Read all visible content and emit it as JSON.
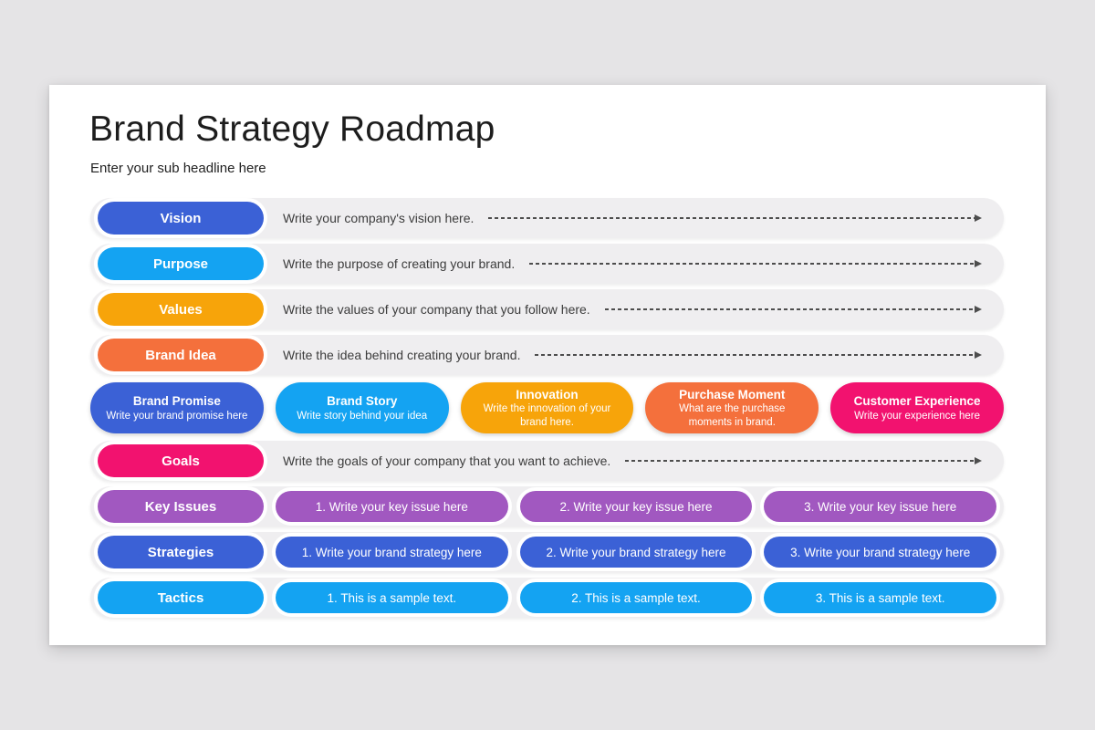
{
  "page": {
    "background_color": "#e5e4e6",
    "slide_background_color": "#ffffff",
    "band_color": "#efeef0",
    "dash_color": "#4d4d4d"
  },
  "header": {
    "title": "Brand Strategy Roadmap",
    "subtitle": "Enter your sub headline here"
  },
  "colors": {
    "blue": "#3b61d6",
    "light_blue": "#14a3f2",
    "amber": "#f7a40a",
    "orange": "#f4703c",
    "pink": "#f2126f",
    "purple": "#a158c0"
  },
  "rows": [
    {
      "type": "arrow",
      "label": "Vision",
      "color": "#3b61d6",
      "text": "Write your company's vision here."
    },
    {
      "type": "arrow",
      "label": "Purpose",
      "color": "#14a3f2",
      "text": "Write the purpose of creating your brand."
    },
    {
      "type": "arrow",
      "label": "Values",
      "color": "#f7a40a",
      "text": "Write the values of your company that you follow here."
    },
    {
      "type": "arrow",
      "label": "Brand Idea",
      "color": "#f4703c",
      "text": "Write the idea behind creating your brand."
    },
    {
      "type": "cards",
      "items": [
        {
          "title": "Brand Promise",
          "subtitle": "Write your brand promise here",
          "color": "#3b61d6"
        },
        {
          "title": "Brand Story",
          "subtitle": "Write story behind your idea",
          "color": "#14a3f2"
        },
        {
          "title": "Innovation",
          "subtitle": "Write the innovation of your brand here.",
          "color": "#f7a40a"
        },
        {
          "title": "Purchase Moment",
          "subtitle": "What are the purchase moments in brand.",
          "color": "#f4703c"
        },
        {
          "title": "Customer Experience",
          "subtitle": "Write your experience here",
          "color": "#f2126f"
        }
      ]
    },
    {
      "type": "arrow",
      "label": "Goals",
      "color": "#f2126f",
      "text": "Write the goals of your company that you want to achieve."
    },
    {
      "type": "pills",
      "label": "Key Issues",
      "color": "#a158c0",
      "items": [
        "1. Write your key issue here",
        "2. Write your key issue here",
        "3. Write your key issue here"
      ]
    },
    {
      "type": "pills",
      "label": "Strategies",
      "color": "#3b61d6",
      "items": [
        "1. Write your brand strategy here",
        "2. Write your brand strategy here",
        "3. Write your brand strategy here"
      ]
    },
    {
      "type": "pills",
      "label": "Tactics",
      "color": "#14a3f2",
      "items": [
        "1. This is a sample text.",
        "2. This is a sample text.",
        "3. This is a sample text."
      ]
    }
  ]
}
